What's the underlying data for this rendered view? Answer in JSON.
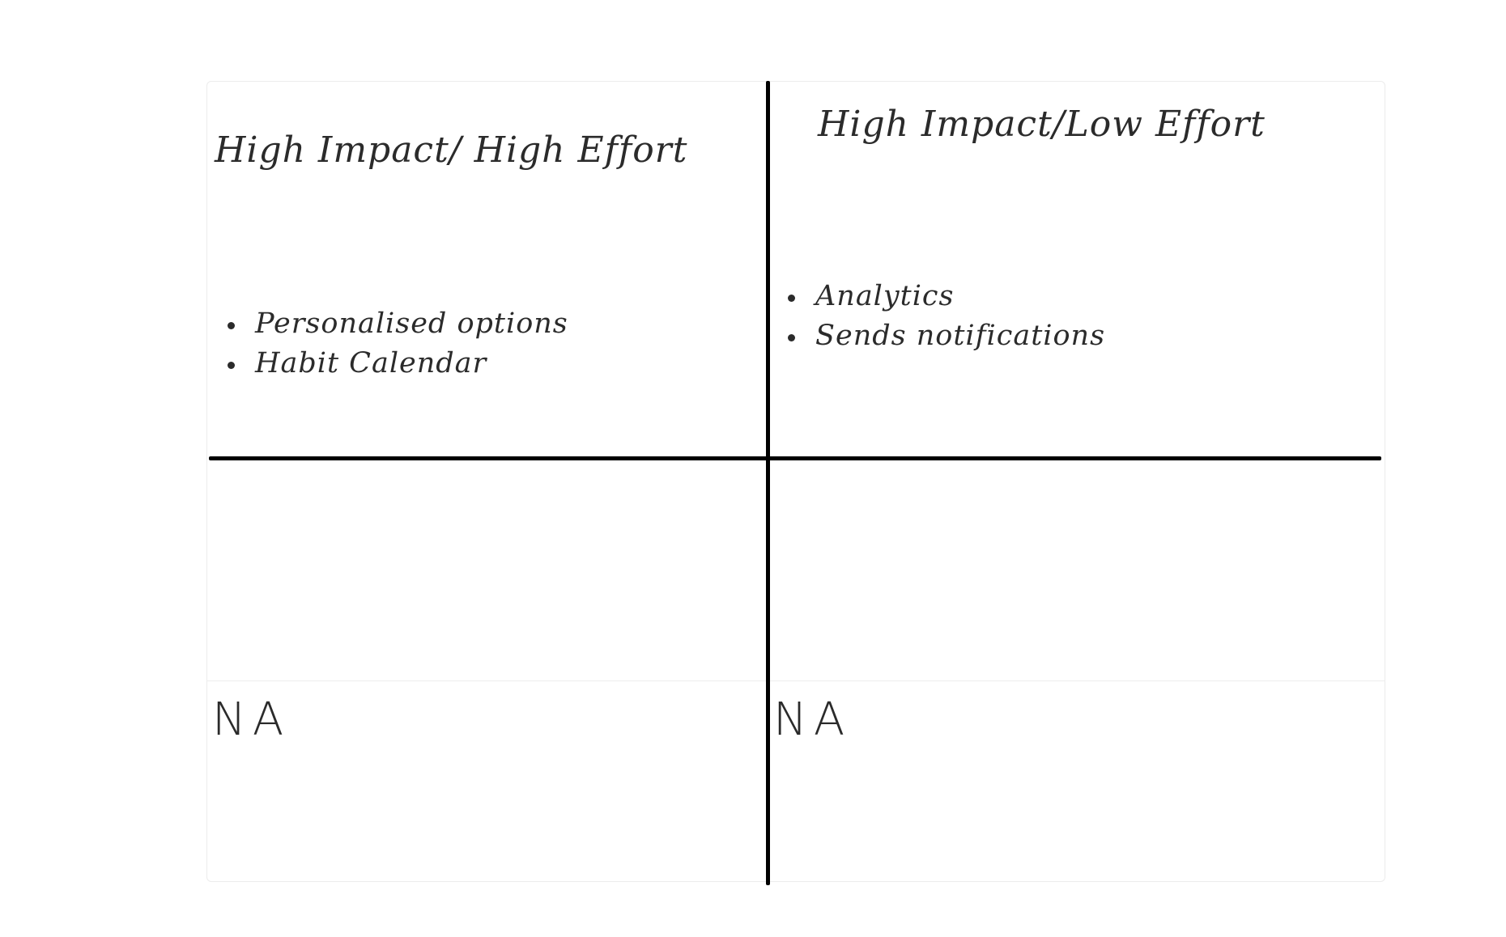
{
  "matrix": {
    "top_left": {
      "title": "High Impact/ High Effort",
      "items": [
        "Personalised options",
        "Habit Calendar"
      ]
    },
    "top_right": {
      "title": "High Impact/Low Effort",
      "items": [
        "Analytics",
        "Sends notifications"
      ]
    },
    "bottom_left": {
      "text": "NA"
    },
    "bottom_right": {
      "text": "NA"
    }
  },
  "colors": {
    "ink": "#2b2b2b",
    "axis": "#000000",
    "frame": "#ececec"
  }
}
